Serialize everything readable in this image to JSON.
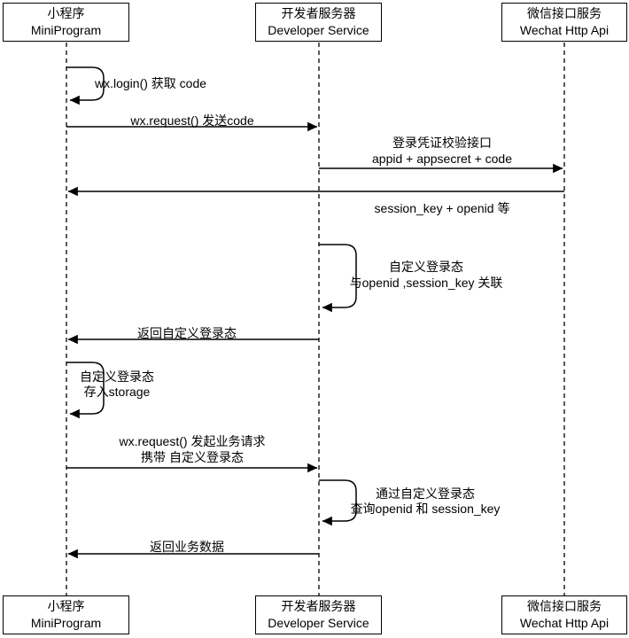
{
  "diagram": {
    "type": "sequence-diagram",
    "topic": "WeChat MiniProgram login flow",
    "colors": {
      "line": "#000000",
      "text": "#000000",
      "background": "#ffffff"
    },
    "actors": [
      {
        "id": "miniprogram",
        "name_zh": "小程序",
        "name_en": "MiniProgram"
      },
      {
        "id": "developer-service",
        "name_zh": "开发者服务器",
        "name_en": "Developer Service"
      },
      {
        "id": "wechat-api",
        "name_zh": "微信接口服务",
        "name_en": "Wechat Http Api"
      }
    ],
    "messages": [
      {
        "kind": "self",
        "actor": "miniprogram",
        "lines": [
          "wx.login() 获取 code"
        ]
      },
      {
        "kind": "arrow",
        "from": "miniprogram",
        "to": "developer-service",
        "lines": [
          "wx.request() 发送code"
        ]
      },
      {
        "kind": "arrow",
        "from": "developer-service",
        "to": "wechat-api",
        "lines": [
          "登录凭证校验接口",
          "appid + appsecret + code"
        ]
      },
      {
        "kind": "arrow",
        "from": "wechat-api",
        "to": "developer-service",
        "lines": [
          "session_key + openid 等"
        ]
      },
      {
        "kind": "self",
        "actor": "developer-service",
        "lines": [
          "自定义登录态",
          "与openid ,session_key 关联"
        ]
      },
      {
        "kind": "arrow",
        "from": "developer-service",
        "to": "miniprogram",
        "lines": [
          "返回自定义登录态"
        ]
      },
      {
        "kind": "self",
        "actor": "miniprogram",
        "lines": [
          "自定义登录态",
          "存入storage"
        ]
      },
      {
        "kind": "arrow",
        "from": "miniprogram",
        "to": "developer-service",
        "lines": [
          "wx.request() 发起业务请求",
          "携带 自定义登录态"
        ]
      },
      {
        "kind": "self",
        "actor": "developer-service",
        "lines": [
          "通过自定义登录态",
          "查询openid 和 session_key"
        ]
      },
      {
        "kind": "arrow",
        "from": "developer-service",
        "to": "miniprogram",
        "lines": [
          "返回业务数据"
        ]
      }
    ]
  }
}
